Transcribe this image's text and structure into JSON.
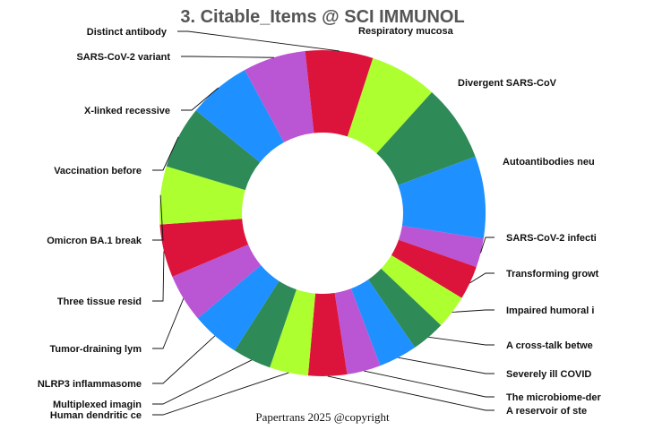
{
  "title": "3. Citable_Items @ SCI IMMUNOL",
  "footer": "Papertrans 2025 @copyright",
  "chart_data": {
    "type": "pie",
    "style": "donut",
    "title": "3. Citable_Items @ SCI IMMUNOL",
    "colors": {
      "red": "#DC143C",
      "lime": "#ADFF2F",
      "green": "#2E8B57",
      "blue": "#1E90FF",
      "purple": "#BA55D3"
    },
    "slices": [
      {
        "label": "Respiratory mucosa",
        "value": 7.0,
        "color": "#ADFF2F"
      },
      {
        "label": "Divergent SARS-CoV",
        "value": 8.0,
        "color": "#2E8B57"
      },
      {
        "label": "Autoantibodies neu",
        "value": 8.5,
        "color": "#1E90FF"
      },
      {
        "label": "SARS-CoV-2 infecti",
        "value": 3.0,
        "color": "#BA55D3"
      },
      {
        "label": "Transforming growt",
        "value": 3.5,
        "color": "#DC143C"
      },
      {
        "label": "Impaired humoral i",
        "value": 3.5,
        "color": "#ADFF2F"
      },
      {
        "label": "A cross-talk betwe",
        "value": 3.5,
        "color": "#2E8B57"
      },
      {
        "label": "Severely ill COVID",
        "value": 4.0,
        "color": "#1E90FF"
      },
      {
        "label": "The microbiome-der",
        "value": 3.5,
        "color": "#BA55D3"
      },
      {
        "label": "A reservoir of ste",
        "value": 4.0,
        "color": "#DC143C"
      },
      {
        "label": "Human dendritic ce",
        "value": 4.0,
        "color": "#ADFF2F"
      },
      {
        "label": "Multiplexed imagin",
        "value": 4.0,
        "color": "#2E8B57"
      },
      {
        "label": "NLRP3 inflammasome",
        "value": 5.0,
        "color": "#1E90FF"
      },
      {
        "label": "Tumor-draining lym",
        "value": 5.0,
        "color": "#BA55D3"
      },
      {
        "label": "Three tissue resid",
        "value": 5.5,
        "color": "#DC143C"
      },
      {
        "label": "Omicron BA.1 break",
        "value": 6.0,
        "color": "#ADFF2F"
      },
      {
        "label": "Vaccination before",
        "value": 6.5,
        "color": "#2E8B57"
      },
      {
        "label": "X-linked recessive",
        "value": 6.5,
        "color": "#1E90FF"
      },
      {
        "label": "SARS-CoV-2 variant",
        "value": 6.5,
        "color": "#BA55D3"
      },
      {
        "label": "Distinct antibody",
        "value": 7.0,
        "color": "#DC143C"
      }
    ]
  }
}
